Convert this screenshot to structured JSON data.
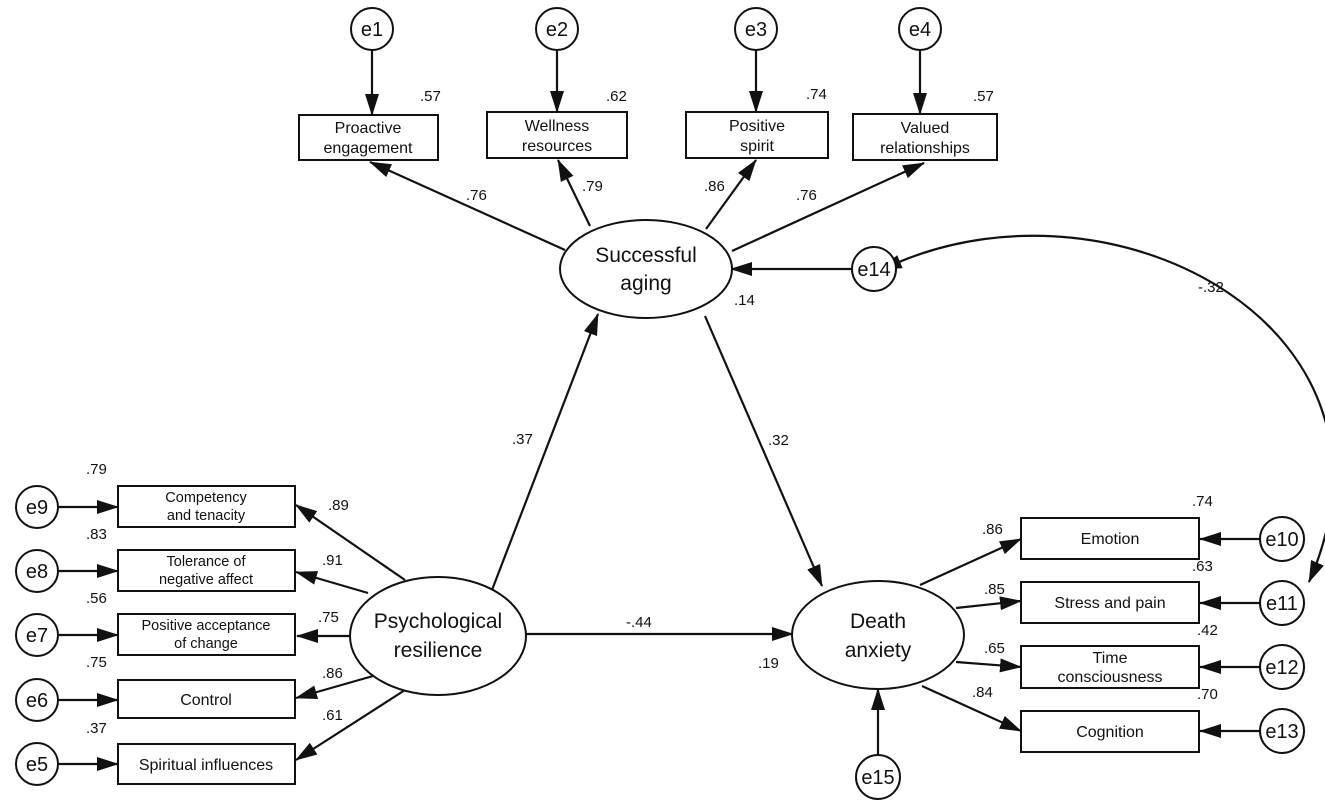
{
  "latents": {
    "successful_aging": [
      "Successful",
      "aging"
    ],
    "psychological_resilience": [
      "Psychological",
      "resilience"
    ],
    "death_anxiety": [
      "Death",
      "anxiety"
    ]
  },
  "indicators": {
    "proactive_engagement": [
      "Proactive",
      "engagement"
    ],
    "wellness_resources": [
      "Wellness",
      "resources"
    ],
    "positive_spirit": [
      "Positive",
      "spirit"
    ],
    "valued_relationships": [
      "Valued",
      "relationships"
    ],
    "competency_tenacity": [
      "Competency",
      "and tenacity"
    ],
    "tolerance_negative_affect": [
      "Tolerance of",
      "negative affect"
    ],
    "positive_acceptance_change": [
      "Positive acceptance",
      "of change"
    ],
    "control": [
      "Control"
    ],
    "spiritual_influences": [
      "Spiritual influences"
    ],
    "emotion": [
      "Emotion"
    ],
    "stress_pain": [
      "Stress and pain"
    ],
    "time_consciousness": [
      "Time",
      "consciousness"
    ],
    "cognition": [
      "Cognition"
    ]
  },
  "errors": {
    "e1": "e1",
    "e2": "e2",
    "e3": "e3",
    "e4": "e4",
    "e5": "e5",
    "e6": "e6",
    "e7": "e7",
    "e8": "e8",
    "e9": "e9",
    "e10": "e10",
    "e11": "e11",
    "e12": "e12",
    "e13": "e13",
    "e14": "e14",
    "e15": "e15"
  },
  "r_squared": {
    "proactive_engagement": ".57",
    "wellness_resources": ".62",
    "positive_spirit": ".74",
    "valued_relationships": ".57",
    "competency_tenacity": ".79",
    "tolerance_negative_affect": ".83",
    "positive_acceptance_change": ".56",
    "control": ".75",
    "spiritual_influences": ".37",
    "emotion": ".74",
    "stress_pain": ".63",
    "time_consciousness": ".42",
    "cognition": ".70",
    "successful_aging": ".14",
    "death_anxiety": ".19"
  },
  "loadings": {
    "proactive_engagement": ".76",
    "wellness_resources": ".79",
    "positive_spirit": ".86",
    "valued_relationships": ".76",
    "competency_tenacity": ".89",
    "tolerance_negative_affect": ".91",
    "positive_acceptance_change": ".75",
    "control": ".86",
    "spiritual_influences": ".61",
    "emotion": ".86",
    "stress_pain": ".85",
    "time_consciousness": ".65",
    "cognition": ".84"
  },
  "paths": {
    "resilience_to_aging": ".37",
    "aging_to_anxiety": ".32",
    "resilience_to_anxiety": "-.44"
  },
  "covariance": {
    "e14_e11": "-.32"
  }
}
